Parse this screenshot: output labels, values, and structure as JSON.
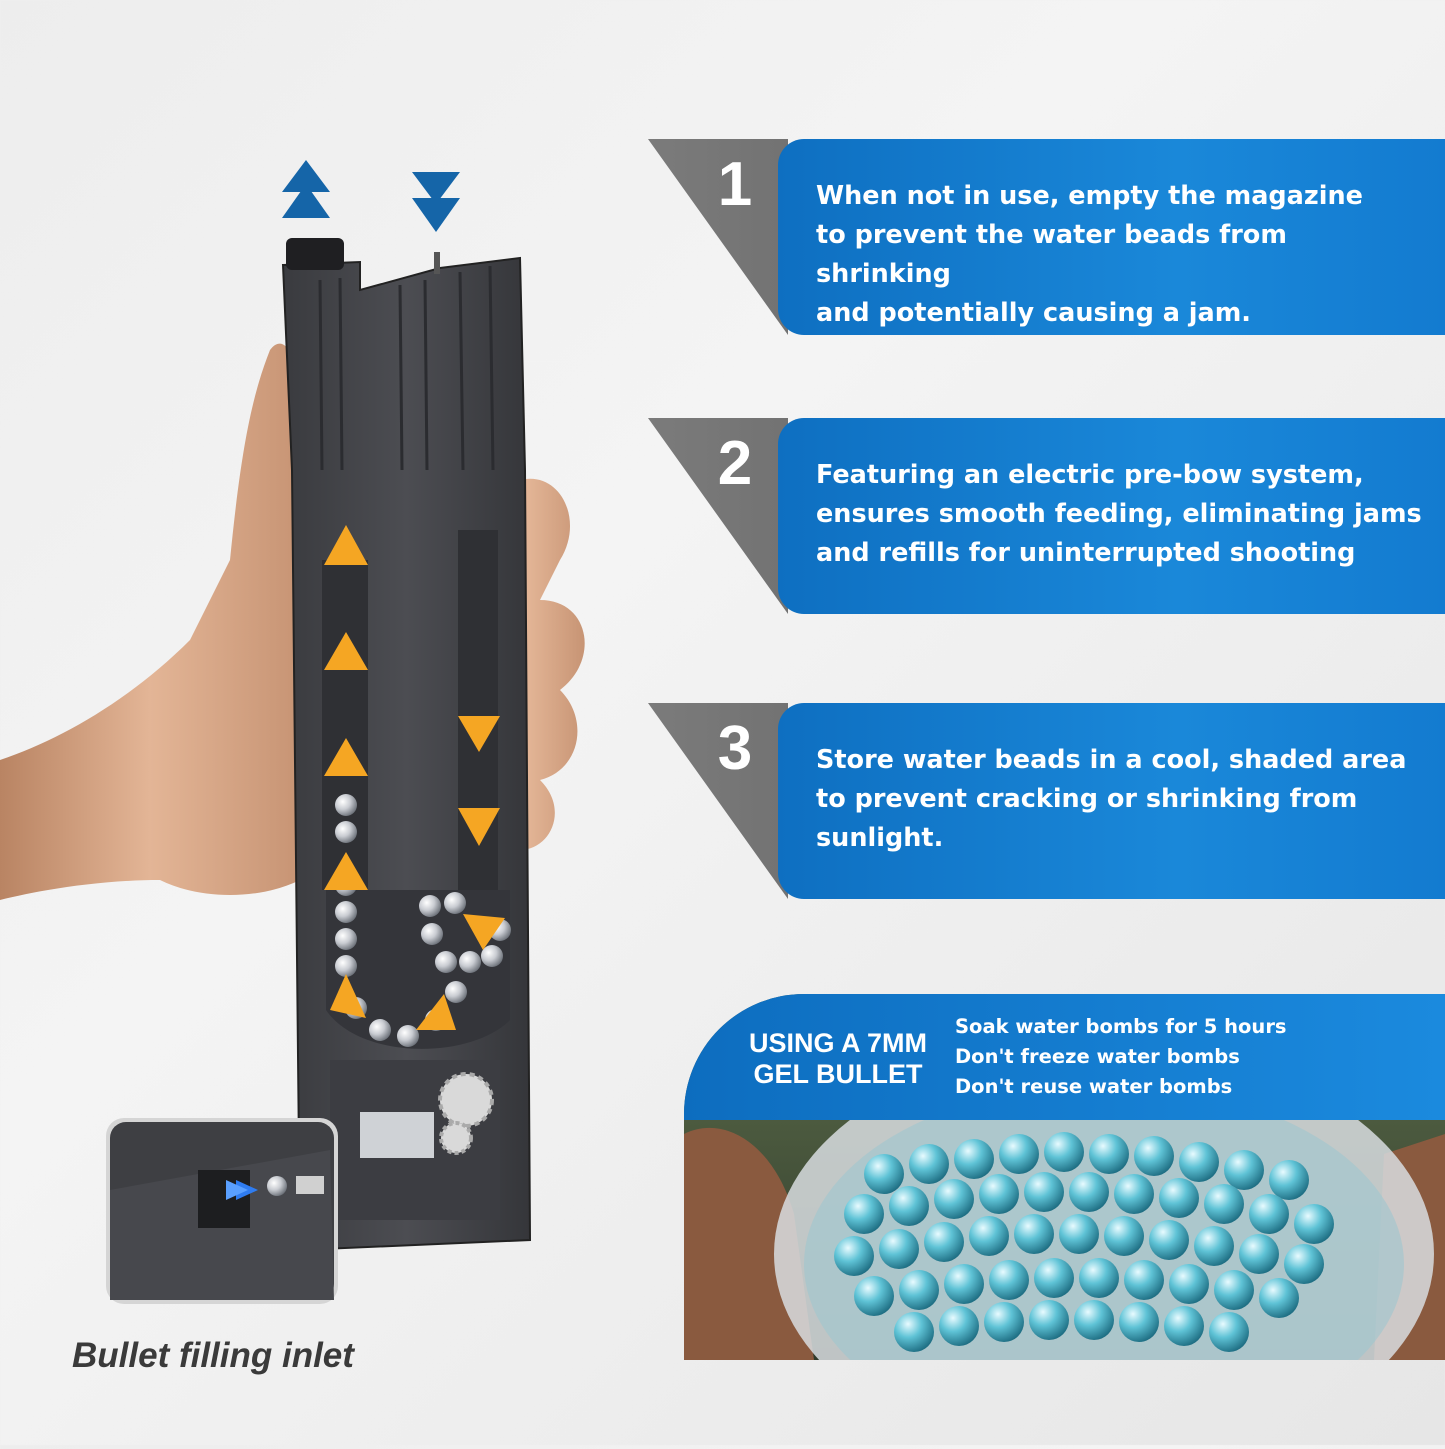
{
  "cards": [
    {
      "number": "1",
      "text": "When not in use, empty the magazine\nto prevent the water beads from shrinking\nand potentially causing a jam."
    },
    {
      "number": "2",
      "text": "Featuring an electric pre-bow system,\nensures smooth feeding, eliminating jams\nand refills for uninterrupted shooting"
    },
    {
      "number": "3",
      "text": "Store water beads in a cool, shaded area\nto prevent cracking or shrinking from\nsunlight."
    }
  ],
  "gel": {
    "title_line1": "USING A 7MM",
    "title_line2": "GEL BULLET",
    "tips": [
      "Soak water bombs for 5 hours",
      "Don't freeze water bombs",
      "Don't reuse water bombs"
    ]
  },
  "caption": "Bullet filling inlet",
  "colors": {
    "accent": "#1a88d9",
    "arrow_blue": "#1565a8",
    "arrow_orange": "#f5a623",
    "dark_gray": "#555555"
  }
}
